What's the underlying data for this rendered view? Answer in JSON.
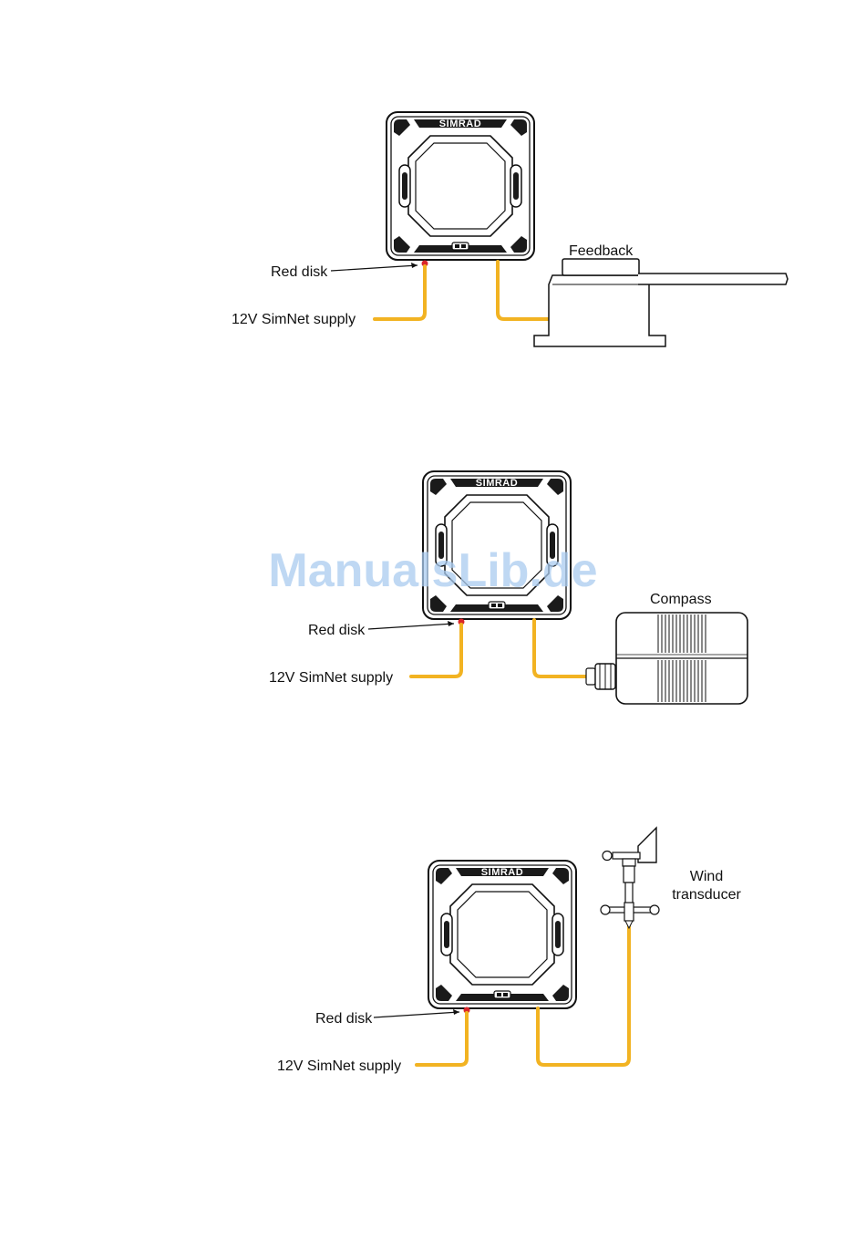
{
  "diagram_1": {
    "brand": "SIMRAD",
    "red_disk_label": "Red disk",
    "supply_label": "12V SimNet supply",
    "sensor_label": "Feedback"
  },
  "diagram_2": {
    "brand": "SIMRAD",
    "red_disk_label": "Red disk",
    "supply_label": "12V SimNet supply",
    "sensor_label": "Compass"
  },
  "diagram_3": {
    "brand": "SIMRAD",
    "red_disk_label": "Red disk",
    "supply_label": "12V SimNet supply",
    "sensor_label_line1": "Wind",
    "sensor_label_line2": "transducer"
  },
  "watermark": "ManualsLib.de",
  "colors": {
    "cable": "#f2b322",
    "red_disk": "#d9262b",
    "watermark": "#aacbef"
  }
}
